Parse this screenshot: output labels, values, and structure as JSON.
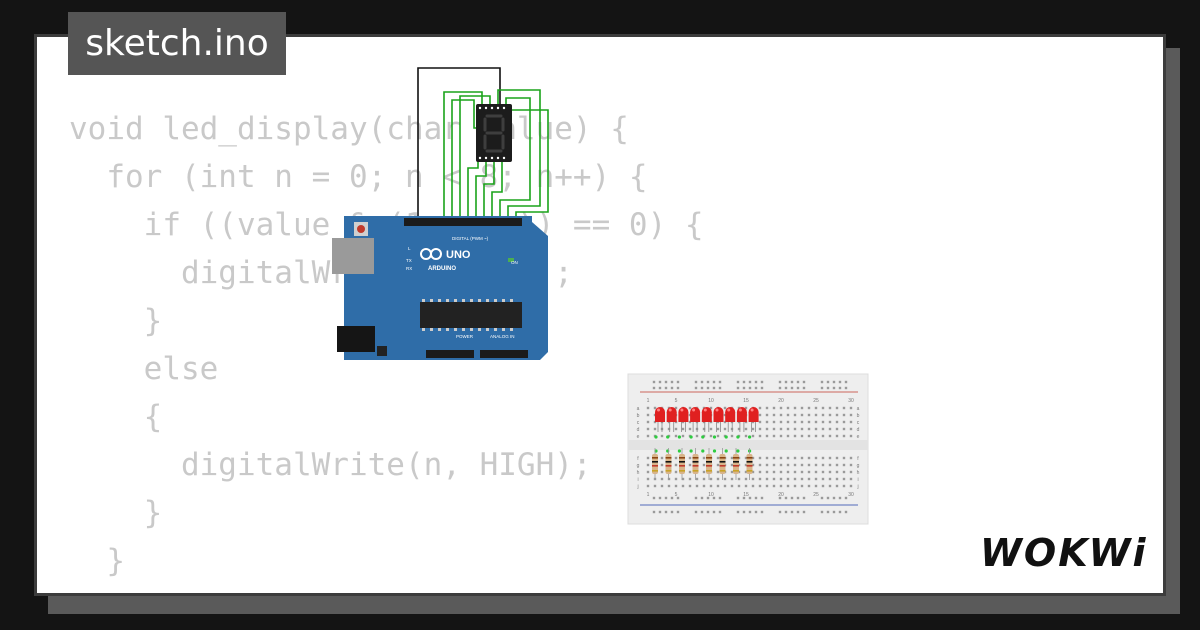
{
  "title": "sketch.ino",
  "code_lines": [
    "void led_display(char value) {",
    "  for (int n = 0; n < 8; n++) {",
    "    if ((value & (1 << n)) == 0) {",
    "      digitalWrite(n, LOW);",
    "    }",
    "    else",
    "    {",
    "      digitalWrite(n, HIGH);",
    "    }",
    "  }",
    "}"
  ],
  "brand": "WOKWi",
  "arduino": {
    "model": "UNO",
    "brand": "ARDUINO",
    "digital_label": "DIGITAL (PWM ~)",
    "analog_label": "ANALOG IN",
    "power_label": "POWER",
    "on_label": "ON",
    "tx_label": "TX",
    "rx_label": "RX",
    "l_label": "L"
  },
  "breadboard": {
    "column_numbers": [
      "1",
      "5",
      "10",
      "15",
      "20",
      "25",
      "30"
    ],
    "row_letters_top": [
      "a",
      "b",
      "c",
      "d",
      "e"
    ],
    "row_letters_bottom": [
      "f",
      "g",
      "h",
      "i",
      "j"
    ],
    "led_count": 9,
    "resistor_count": 8
  },
  "colors": {
    "background": "#141414",
    "card": "#ffffff",
    "code_text": "#c9c9c9",
    "title_tab": "#555555",
    "arduino_board": "#2f6da8",
    "wire_green": "#1aa31a",
    "wire_black": "#111111",
    "led_red": "#e02020"
  }
}
